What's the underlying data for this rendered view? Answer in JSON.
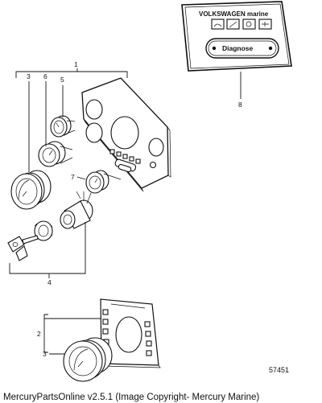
{
  "panel_label": {
    "brand_text": "VOLKSWAGEN marine",
    "button_text": "Diagnose"
  },
  "callouts": [
    "1",
    "2",
    "3",
    "3",
    "4",
    "5",
    "6",
    "7",
    "8"
  ],
  "image_id": "57451",
  "caption": "MercuryPartsOnline v2.5.1 (Image Copyright- Mercury Marine)"
}
